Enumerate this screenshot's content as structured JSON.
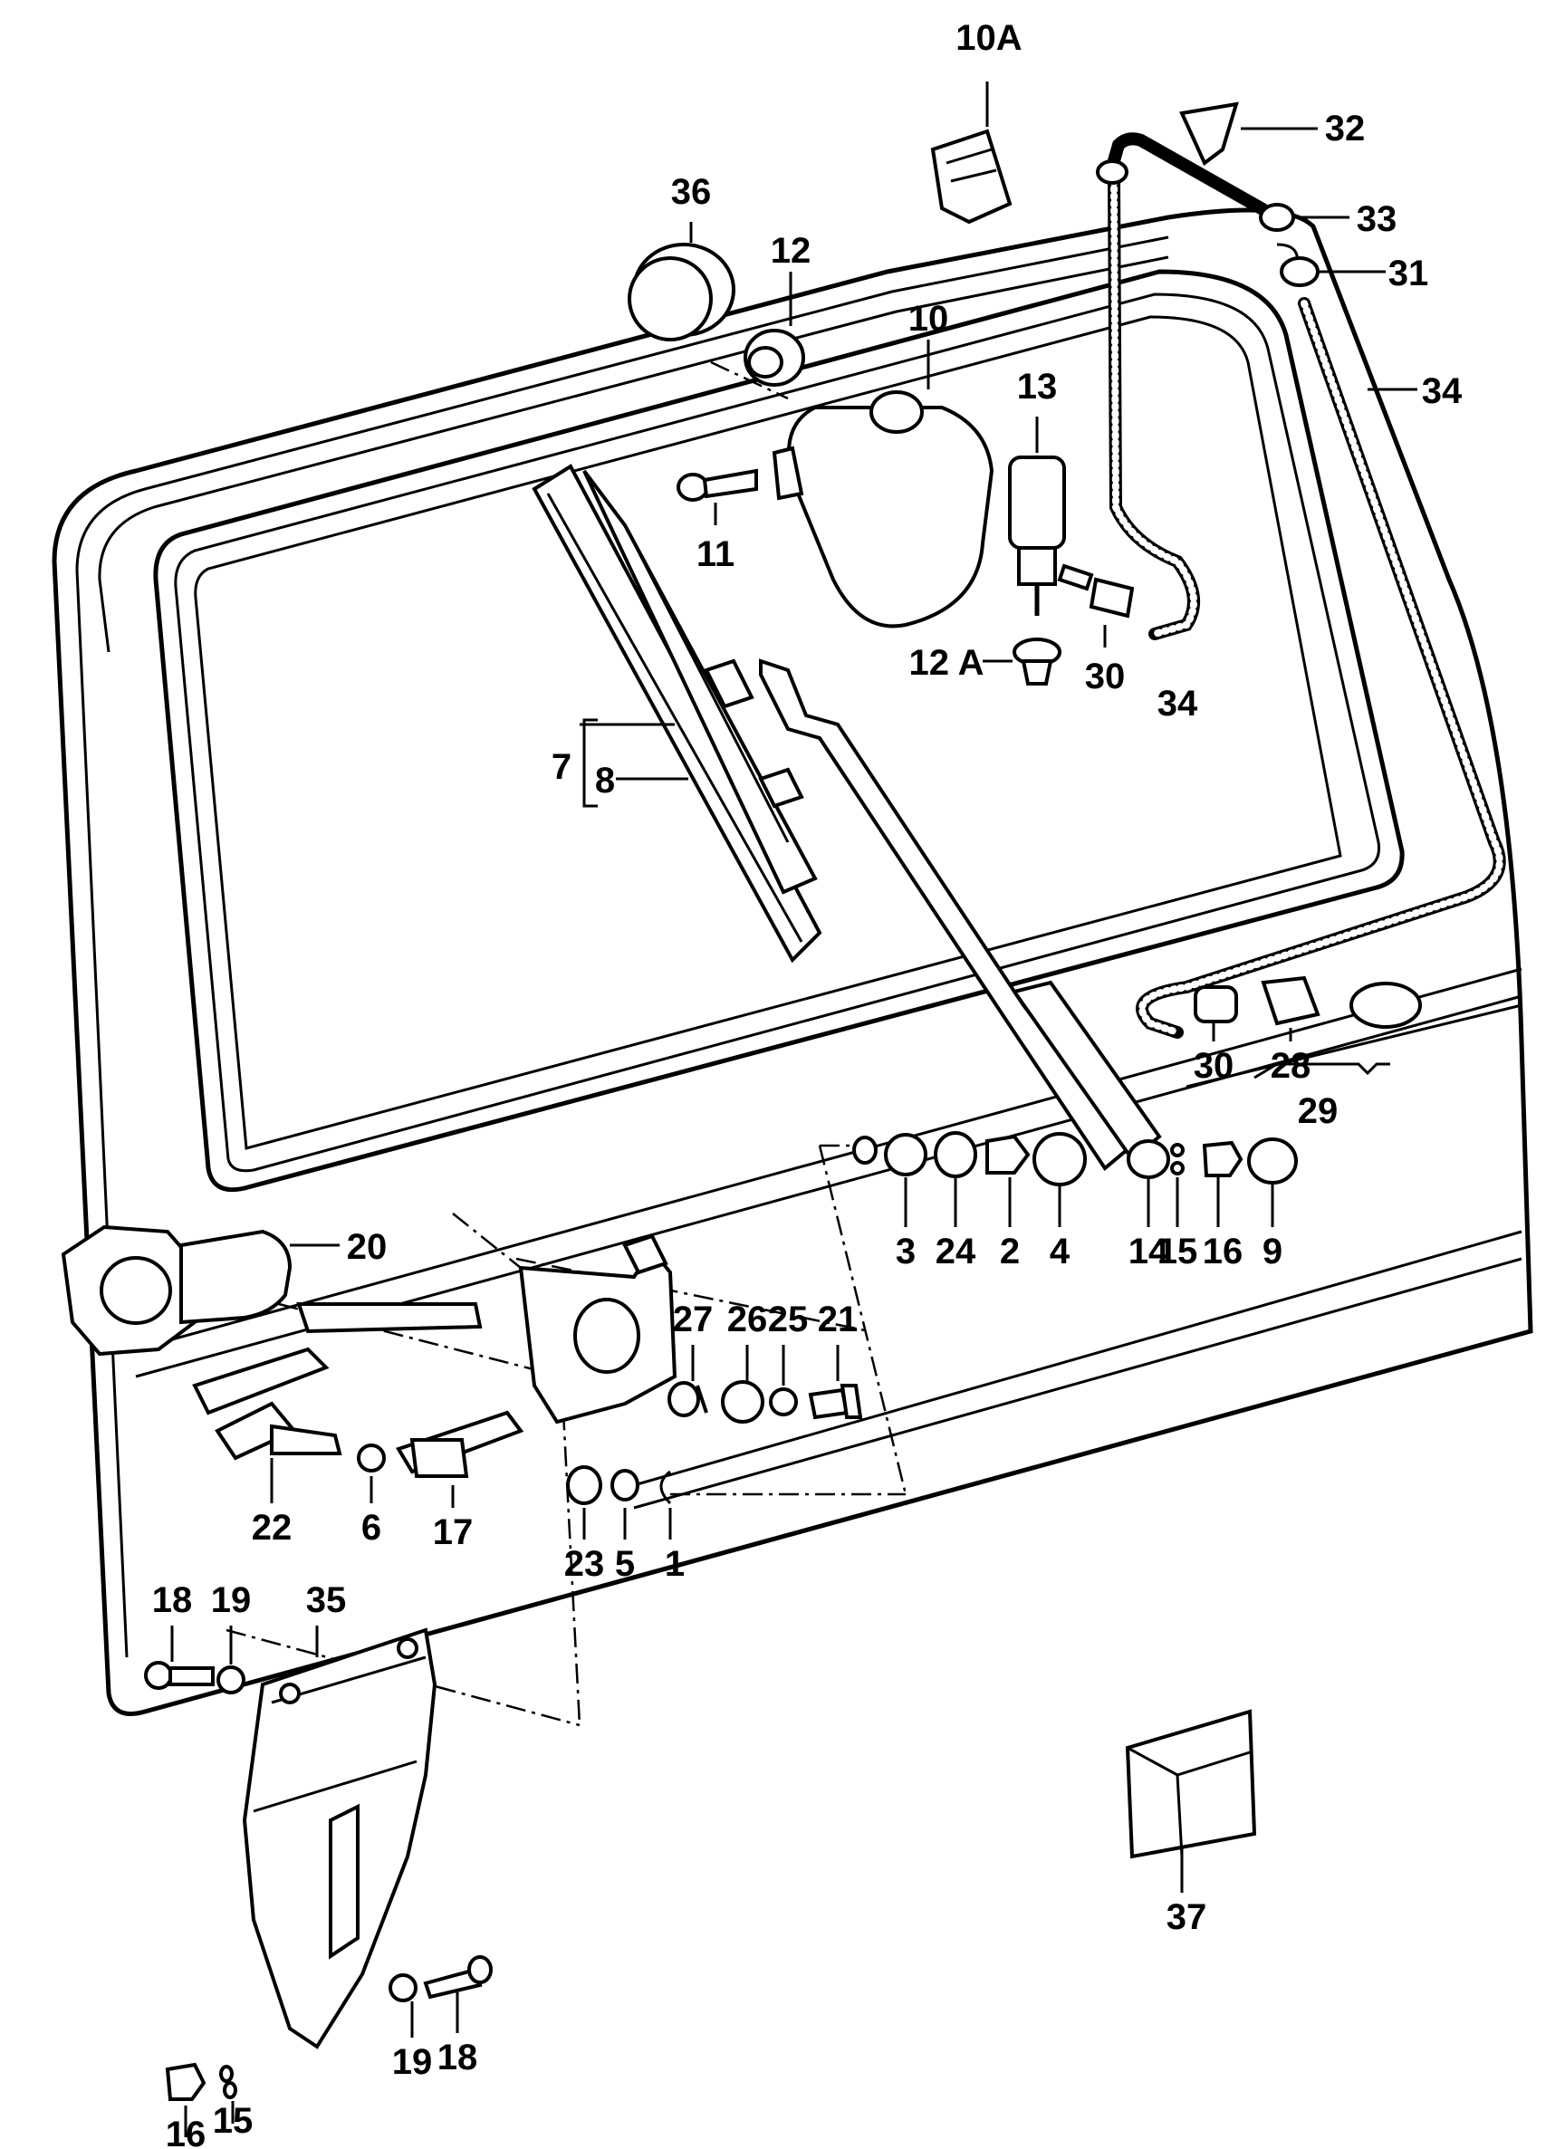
{
  "diagram": {
    "labels": {
      "p10A": "10A",
      "p32": "32",
      "p33": "33",
      "p31": "31",
      "p34a": "34",
      "p36": "36",
      "p12": "12",
      "p10": "10",
      "p13": "13",
      "p11": "11",
      "p12A": "12 A",
      "p30a": "30",
      "p34b": "34",
      "p7": "7",
      "p8": "8",
      "p30b": "30",
      "p28": "28",
      "p29": "29",
      "p3": "3",
      "p24": "24",
      "p2": "2",
      "p4": "4",
      "p14": "14",
      "p15a": "15",
      "p16a": "16",
      "p9": "9",
      "p20": "20",
      "p27": "27",
      "p26": "26",
      "p25": "25",
      "p21": "21",
      "p22": "22",
      "p6": "6",
      "p17": "17",
      "p23": "23",
      "p5": "5",
      "p1": "1",
      "p18a": "18",
      "p19a": "19",
      "p35": "35",
      "p37": "37",
      "p19b": "19",
      "p18b": "18",
      "p16b": "16",
      "p15b": "15"
    }
  }
}
